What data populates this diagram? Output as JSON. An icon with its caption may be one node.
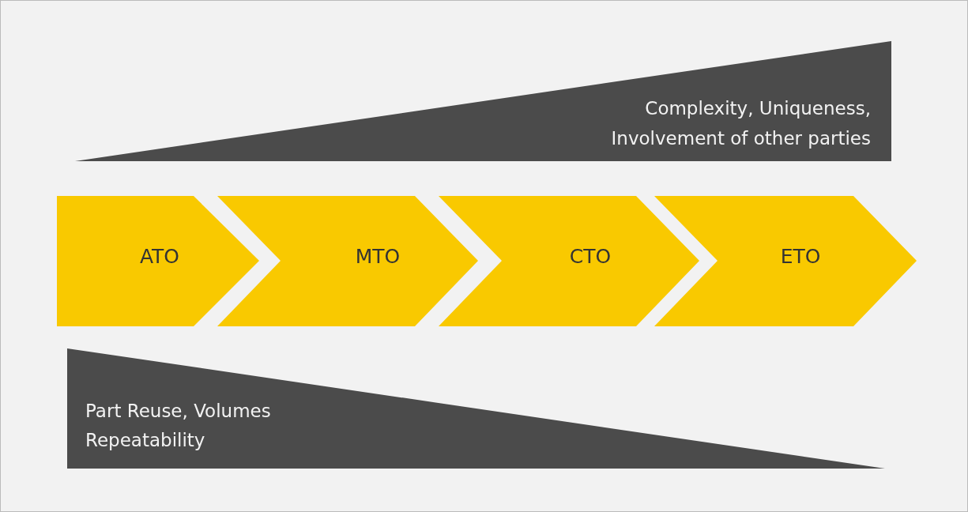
{
  "diagram": {
    "nodes": [
      {
        "text": [
          "Complexity, Uniqueness, Involvement of other parties"
        ]
      },
      {
        "text": [
          "ATO"
        ]
      },
      {
        "text": [
          "MTO"
        ]
      },
      {
        "text": [
          "CTO"
        ]
      },
      {
        "text": [
          "ETO"
        ]
      },
      {
        "text": [
          "Part Reuse, Volumes Repeatability"
        ]
      }
    ]
  }
}
